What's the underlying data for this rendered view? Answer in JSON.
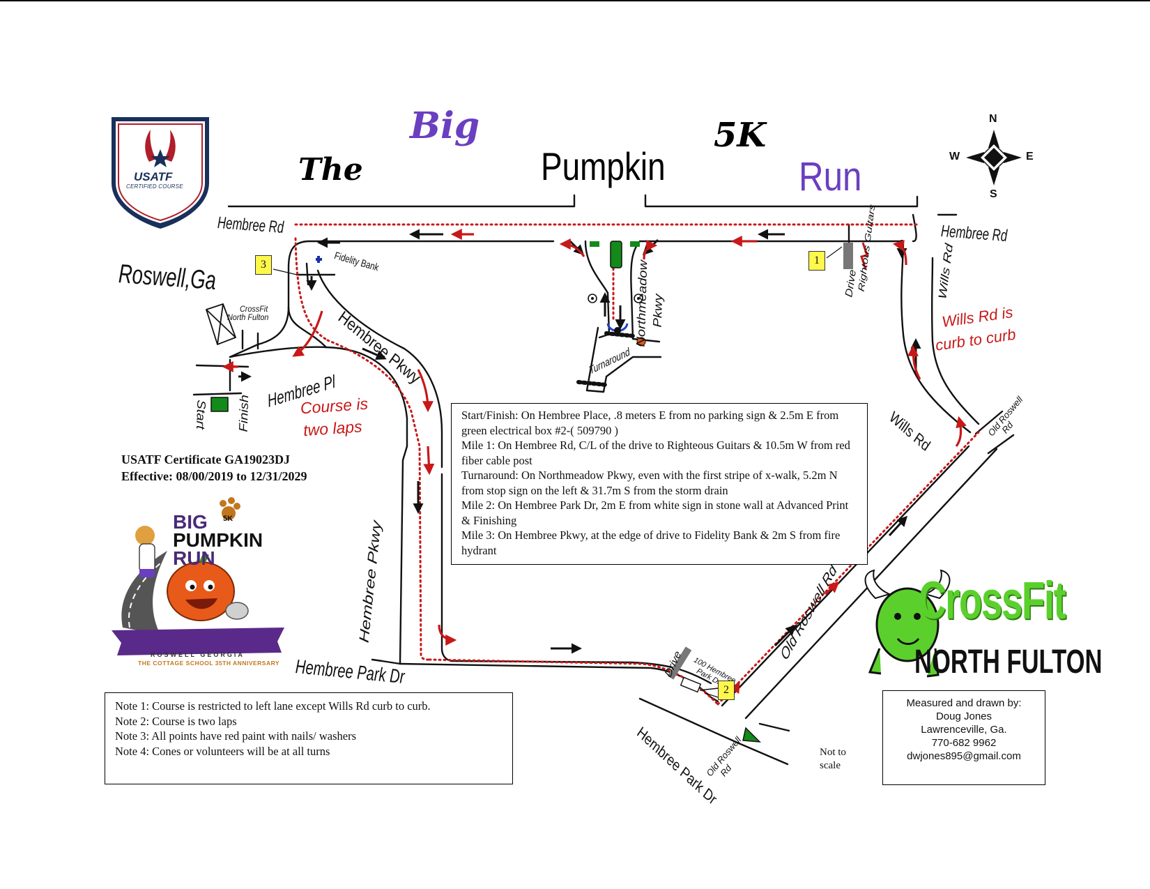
{
  "title": {
    "the": "The",
    "big": "Big",
    "pumpkin": "Pumpkin",
    "five_k": "5K",
    "run": "Run"
  },
  "city": "Roswell,Ga",
  "compass": {
    "n": "N",
    "s": "S",
    "e": "E",
    "w": "W"
  },
  "usatf_logo": {
    "name": "USATF",
    "sub": "CERTIFIED COURSE"
  },
  "certificate": {
    "line1": "USATF Certificate GA19023DJ",
    "line2": "Effective: 08/00/2019 to 12/31/2029"
  },
  "course_notes_map": {
    "laps_1": "Course is",
    "laps_2": "two laps",
    "wills_1": "Wills Rd is",
    "wills_2": "curb to curb"
  },
  "streets": {
    "hembree_rd_w": "Hembree Rd",
    "hembree_rd_e": "Hembree Rd",
    "hembree_pkwy_n": "Hembree Pkwy",
    "hembree_pkwy_s": "Hembree Pkwy",
    "hembree_pl": "Hembree Pl",
    "hembree_park_dr_w": "Hembree Park Dr",
    "hembree_park_dr_e": "Hembree Park Dr",
    "northmeadow_1": "Northmeadow",
    "northmeadow_2": "Pkwy",
    "wills_rd_n": "Wills Rd",
    "wills_rd_s": "Wills Rd",
    "old_roswell_rd_mid": "Old Roswell Rd",
    "old_roswell_rd_ne_1": "Old Roswell",
    "old_roswell_rd_ne_2": "Rd",
    "old_roswell_rd_s_1": "Old Roswell",
    "old_roswell_rd_s_2": "Rd"
  },
  "places": {
    "fidelity_bank": "Fidelity Bank",
    "crossfit_1": "CrossFit",
    "crossfit_2": "North Fulton",
    "start": "Start",
    "finish": "Finish",
    "turnaround": "Turnaround",
    "drive_1": "Drive",
    "righteous_guitars": "Rightous Guitars",
    "drive_2": "Drive",
    "hembree_100_1": "100 Hembree",
    "hembree_100_2": "Park Dr"
  },
  "markers": {
    "m1": "1",
    "m2": "2",
    "m3": "3"
  },
  "info_box": [
    "Start/Finish: On Hembree Place, .8 meters E from no parking sign & 2.5m E from green electrical box #2-( 509790 )",
    "Mile 1: On Hembree Rd, C/L of the drive to Righteous Guitars & 10.5m W from red fiber cable post",
    "Turnaround: On Northmeadow Pkwy, even with the first stripe of x-walk, 5.2m N from stop sign on the left & 31.7m S from the storm drain",
    "Mile 2: On Hembree Park Dr, 2m E from white sign in stone wall at Advanced Print & Finishing",
    "Mile 3: On Hembree Pkwy, at the edge of drive to Fidelity Bank & 2m S from fire hydrant"
  ],
  "notes": [
    "Note 1: Course is restricted to left lane except Wills Rd curb to curb.",
    "Note 2: Course is two laps",
    "Note 3: All points have red paint with nails/ washers",
    "Note 4: Cones or volunteers will be at all turns"
  ],
  "scale": {
    "line1": "Not to",
    "line2": "scale"
  },
  "credit": {
    "line1": "Measured and drawn by:",
    "line2": "Doug Jones",
    "line3": "Lawrenceville, Ga.",
    "line4": "770-682 9962",
    "line5": "dwjones895@gmail.com"
  },
  "big_pumpkin_logo": {
    "big": "BIG",
    "five_k": "5K",
    "pumpkin": "PUMPKIN",
    "run": "RUN",
    "footer1": "ROSWELL GEORGIA",
    "footer2": "THE COTTAGE SCHOOL 35TH ANNIVERSARY"
  },
  "crossfit_logo": {
    "line1": "CrossFit",
    "line2": "NORTH FULTON"
  },
  "colors": {
    "course_red": "#c81818",
    "title_purple": "#6a3fc0",
    "crossfit_green": "#5bd02c",
    "marker_yellow": "#fff84a",
    "usatf_navy": "#18305a"
  }
}
